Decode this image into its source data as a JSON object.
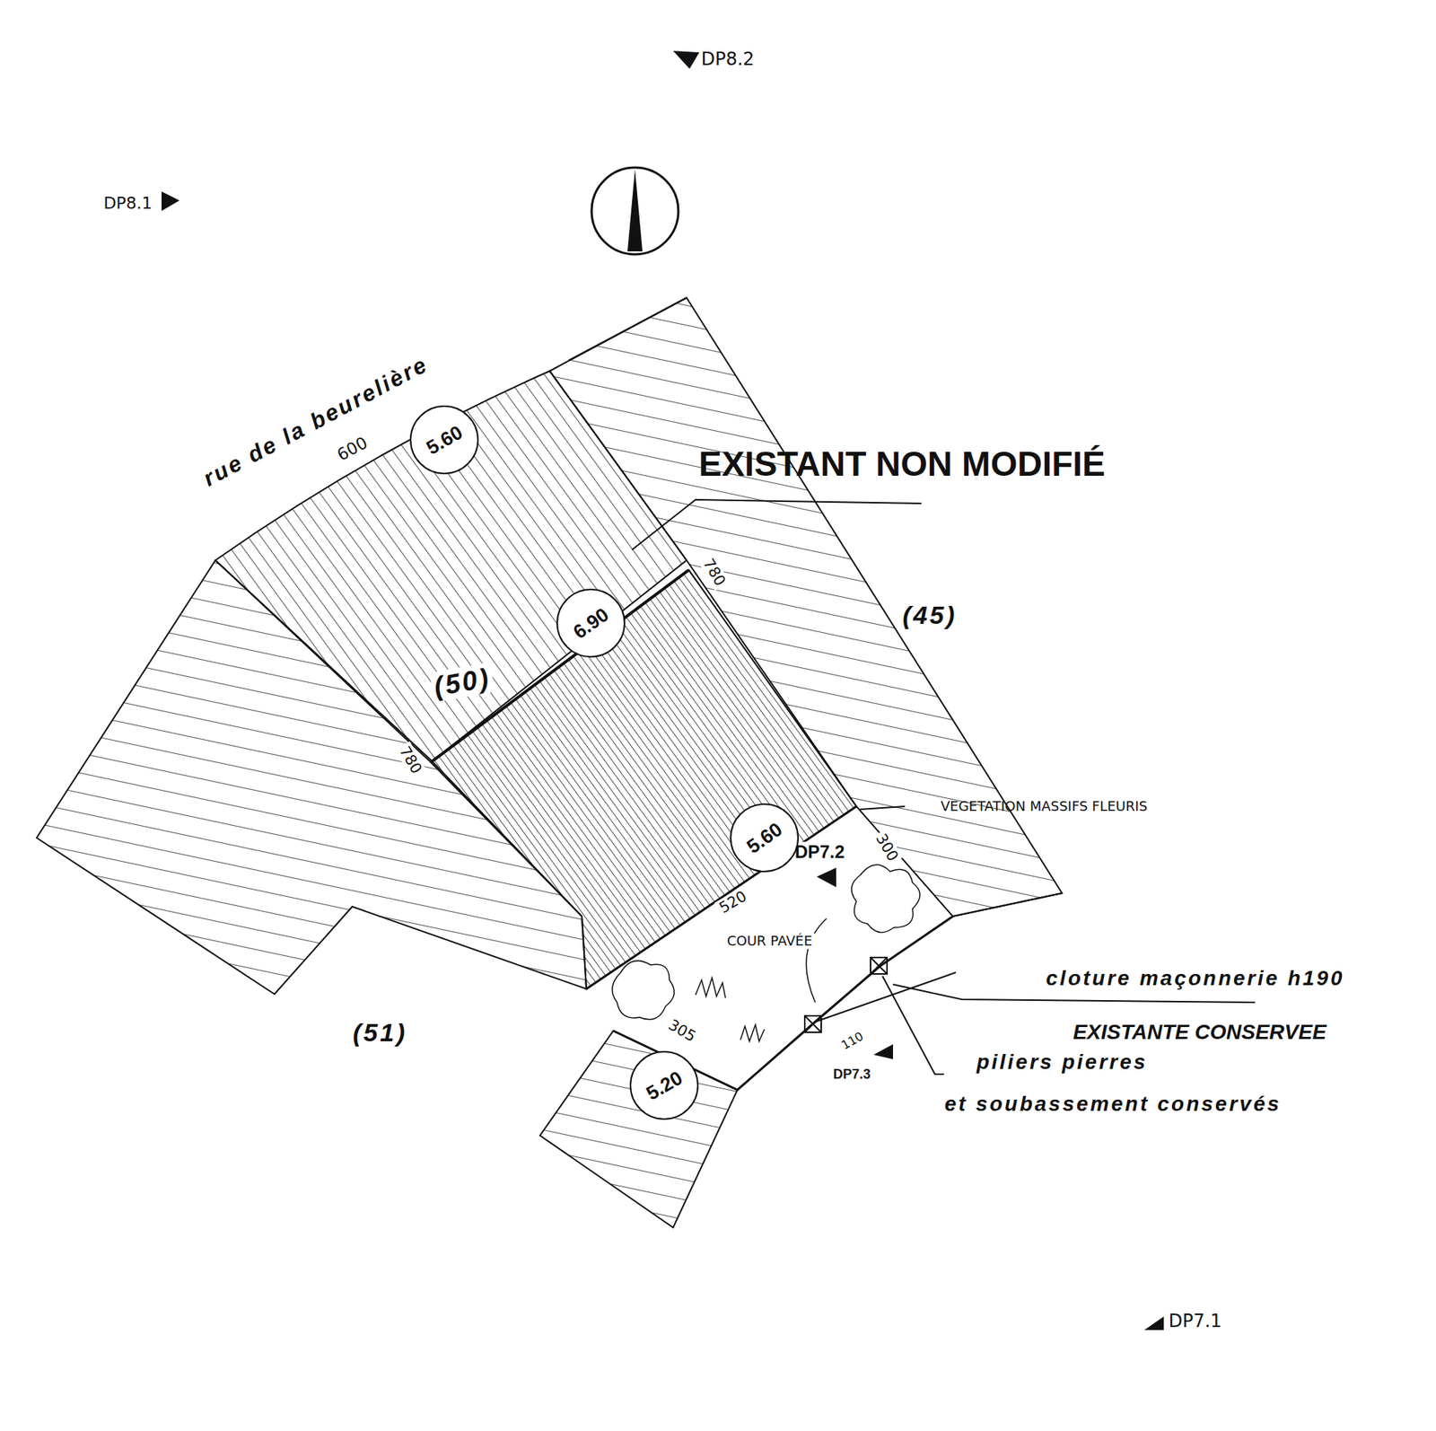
{
  "diagram": {
    "nodes": [
      {
        "text": [
          "5.60"
        ]
      },
      {
        "text": [
          "6.90"
        ]
      },
      {
        "text": [
          "5.60"
        ]
      },
      {
        "text": [
          "5.20"
        ]
      }
    ],
    "labels": [
      "DP8.2",
      "DP8.1",
      "rue de la beurelière",
      "600",
      "EXISTANT NON MODIFIÉ",
      "(45)",
      "780",
      "(50)",
      "780",
      "VEGETATION MASSIFS FLEURIS",
      "DP7.2",
      "300",
      "520",
      "COUR PAVÉE",
      "cloture maçonnerie h190",
      "EXISTANTE CONSERVEE",
      "piliers pierres",
      "DP7.3",
      "et soubassement conservés",
      "305",
      "110",
      "(51)",
      "DP7.1"
    ]
  }
}
